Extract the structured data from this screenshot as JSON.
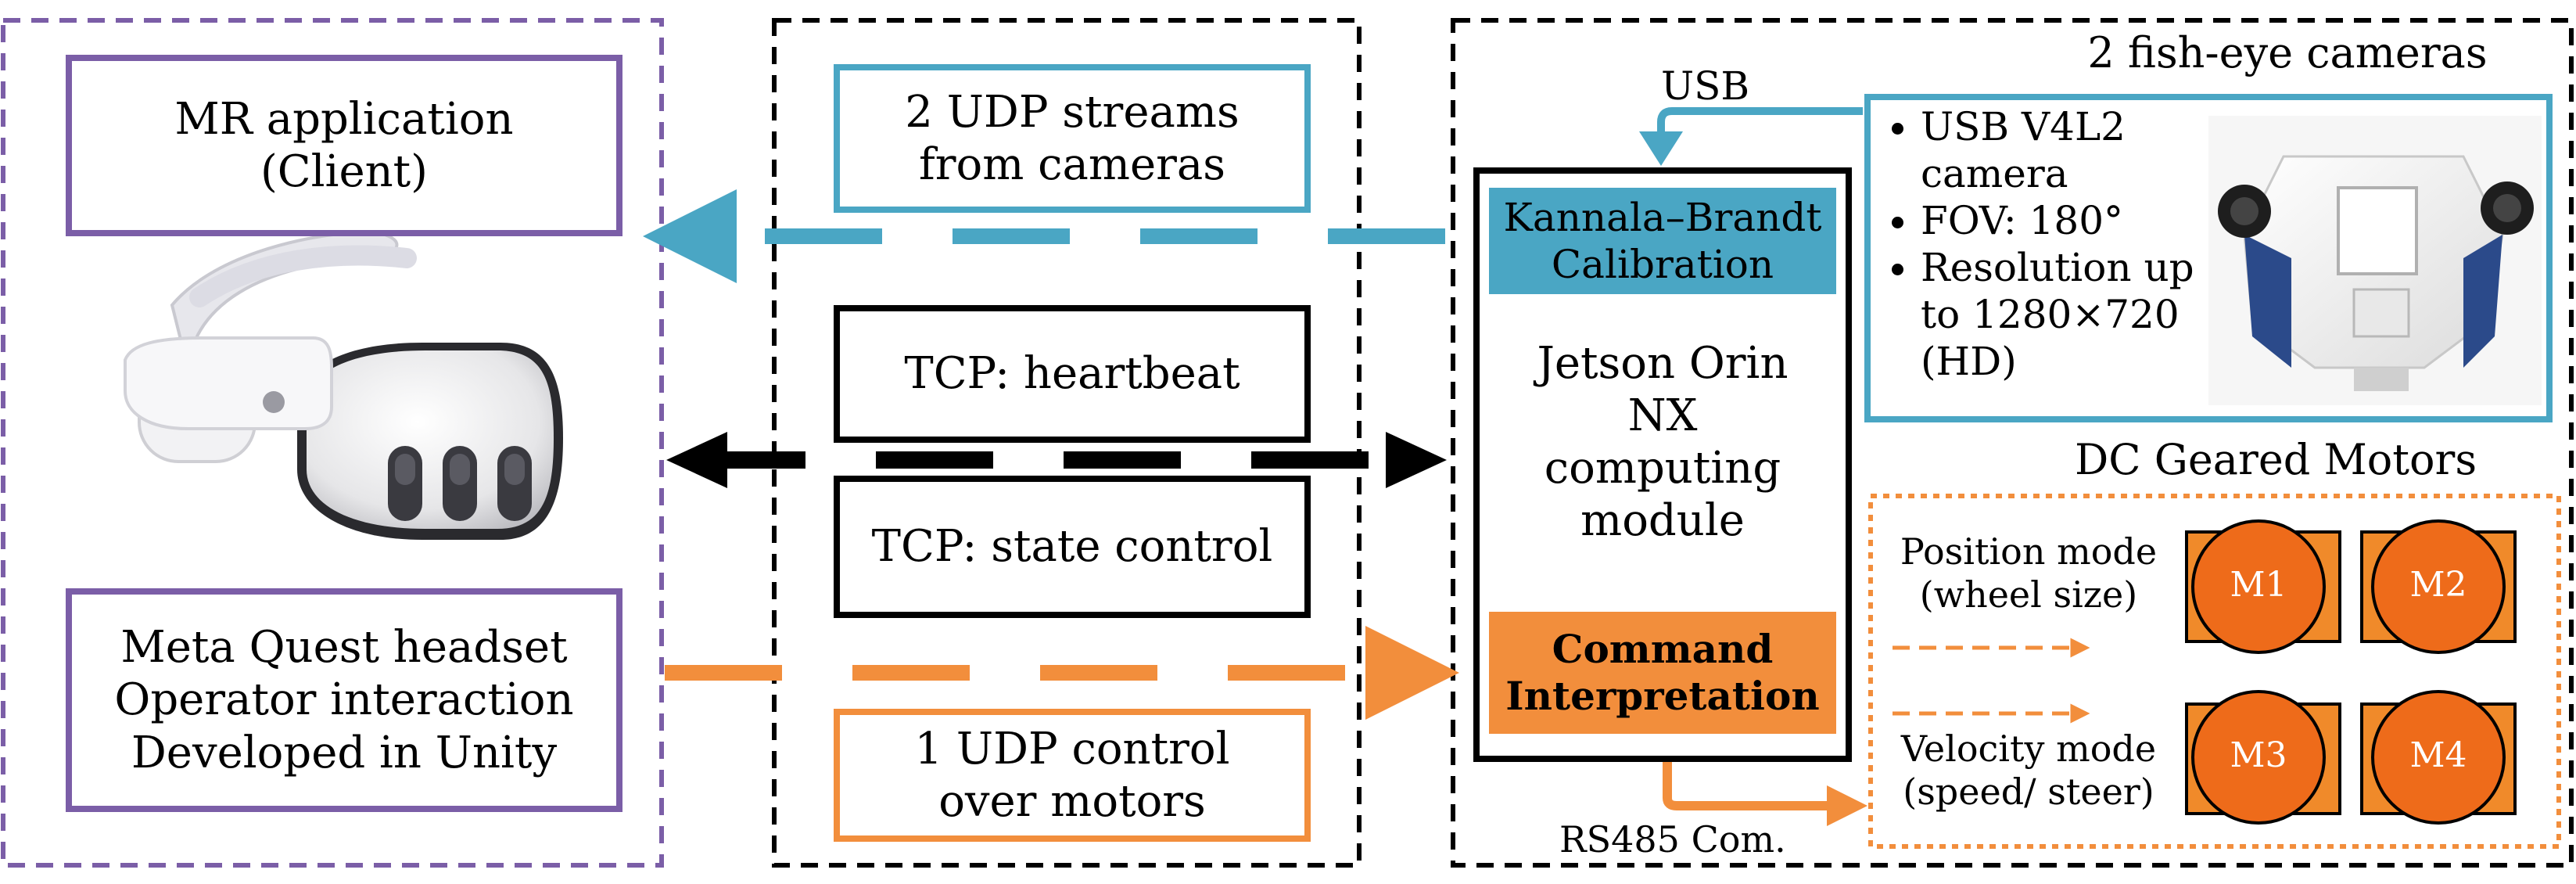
{
  "client": {
    "title_line1": "MR application",
    "title_line2": "(Client)",
    "desc_line1": "Meta Quest headset",
    "desc_line2": "Operator interaction",
    "desc_line3": "Developed in Unity"
  },
  "network": {
    "udp_streams_line1": "2 UDP streams",
    "udp_streams_line2": "from cameras",
    "tcp_heartbeat": "TCP: heartbeat",
    "tcp_state": "TCP: state control",
    "udp_control_line1": "1 UDP control",
    "udp_control_line2": "over motors"
  },
  "jetson": {
    "usb_label": "USB",
    "calib_line1": "Kannala–Brandt",
    "calib_line2": "Calibration",
    "module_line1": "Jetson Orin",
    "module_line2": "NX",
    "module_line3": "computing",
    "module_line4": "module",
    "command_line1": "Command",
    "command_line2": "Interpretation",
    "rs485_label": "RS485 Com."
  },
  "cameras": {
    "title": "2 fish-eye cameras",
    "spec1_line1": "USB V4L2",
    "spec1_line2": "camera",
    "spec2": "FOV: 180°",
    "spec3_line1": "Resolution up",
    "spec3_line2": "to 1280×720",
    "spec3_line3": "(HD)"
  },
  "motors": {
    "title": "DC Geared Motors",
    "position_line1": "Position mode",
    "position_line2": "(wheel size)",
    "velocity_line1": "Velocity mode",
    "velocity_line2": "(speed/ steer)",
    "m1": "M1",
    "m2": "M2",
    "m3": "M3",
    "m4": "M4"
  },
  "colors": {
    "purple": "#7b5ea7",
    "blue": "#4aa6c4",
    "orange": "#f28e3c",
    "black": "#000000"
  }
}
